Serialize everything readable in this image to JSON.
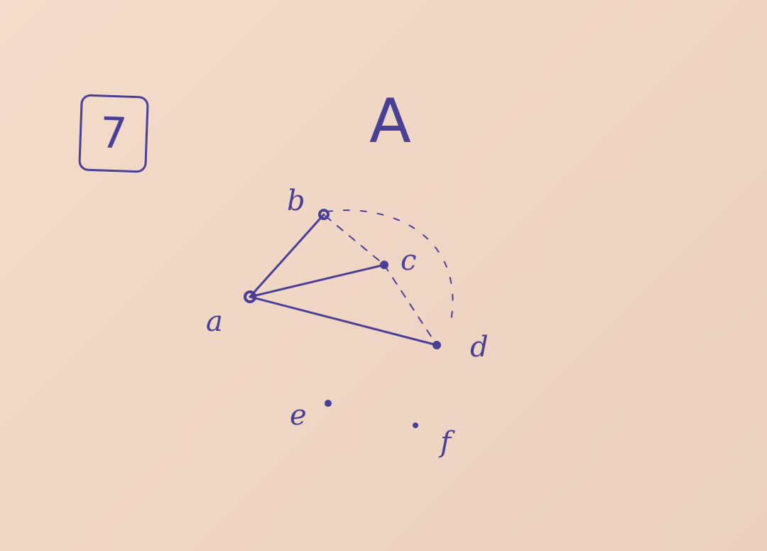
{
  "problem_number": "7",
  "graph_title": "A",
  "vertices": [
    {
      "id": "a",
      "label": "a"
    },
    {
      "id": "b",
      "label": "b"
    },
    {
      "id": "c",
      "label": "c"
    },
    {
      "id": "d",
      "label": "d"
    },
    {
      "id": "e",
      "label": "e"
    },
    {
      "id": "f",
      "label": "f"
    }
  ],
  "solid_edges": [
    [
      "a",
      "b"
    ],
    [
      "a",
      "c"
    ],
    [
      "a",
      "d"
    ]
  ],
  "dashed_edges": [
    [
      "b",
      "c"
    ],
    [
      "c",
      "d"
    ],
    [
      "b",
      "d"
    ]
  ],
  "ink_color": "#4a3f96"
}
